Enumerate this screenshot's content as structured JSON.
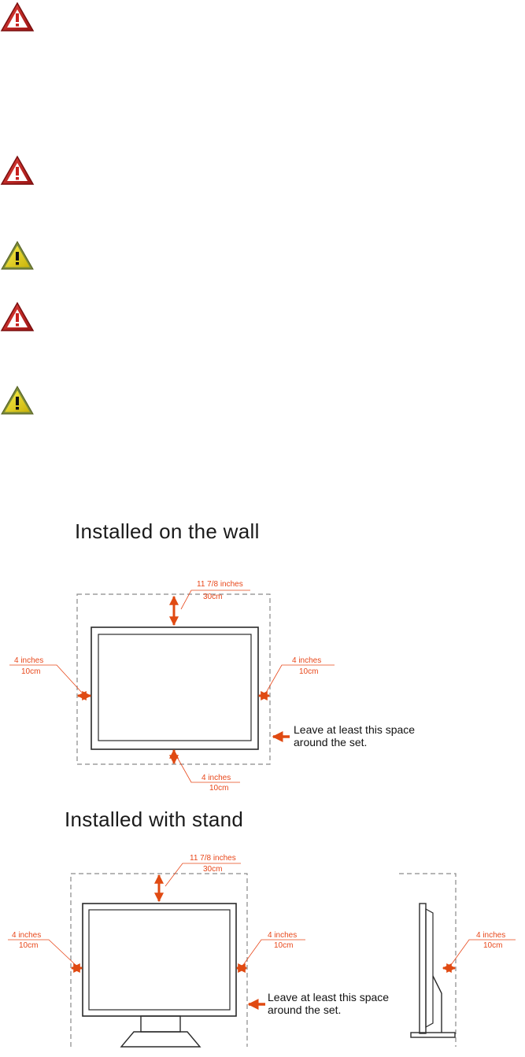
{
  "icons": [
    {
      "name": "danger-icon",
      "kind": "danger"
    },
    {
      "name": "danger-icon",
      "kind": "danger"
    },
    {
      "name": "caution-icon",
      "kind": "caution"
    },
    {
      "name": "danger-icon",
      "kind": "danger"
    },
    {
      "name": "caution-icon",
      "kind": "caution"
    }
  ],
  "colors": {
    "danger": "#c8211e",
    "caution": "#f1e21a",
    "dimension": "#e8471a",
    "arrow": "#e04a12",
    "outline": "#2a2a2a",
    "dashed": "#8a8a8a"
  },
  "wall": {
    "heading": "Installed on the wall",
    "top_label": {
      "line1": "11 7/8 inches",
      "line2": "30cm"
    },
    "left_label": {
      "line1": "4 inches",
      "line2": "10cm"
    },
    "right_label": {
      "line1": "4 inches",
      "line2": "10cm"
    },
    "bottom_label": {
      "line1": "4 inches",
      "line2": "10cm"
    },
    "note": {
      "line1": "Leave at least this space",
      "line2": "around the set."
    }
  },
  "stand": {
    "heading": "Installed with stand",
    "top_label": {
      "line1": "11 7/8 inches",
      "line2": "30cm"
    },
    "left_label": {
      "line1": "4 inches",
      "line2": "10cm"
    },
    "right_label": {
      "line1": "4 inches",
      "line2": "10cm"
    },
    "side_label": {
      "line1": "4 inches",
      "line2": "10cm"
    },
    "note": {
      "line1": "Leave at least this space",
      "line2": "around the set."
    }
  }
}
